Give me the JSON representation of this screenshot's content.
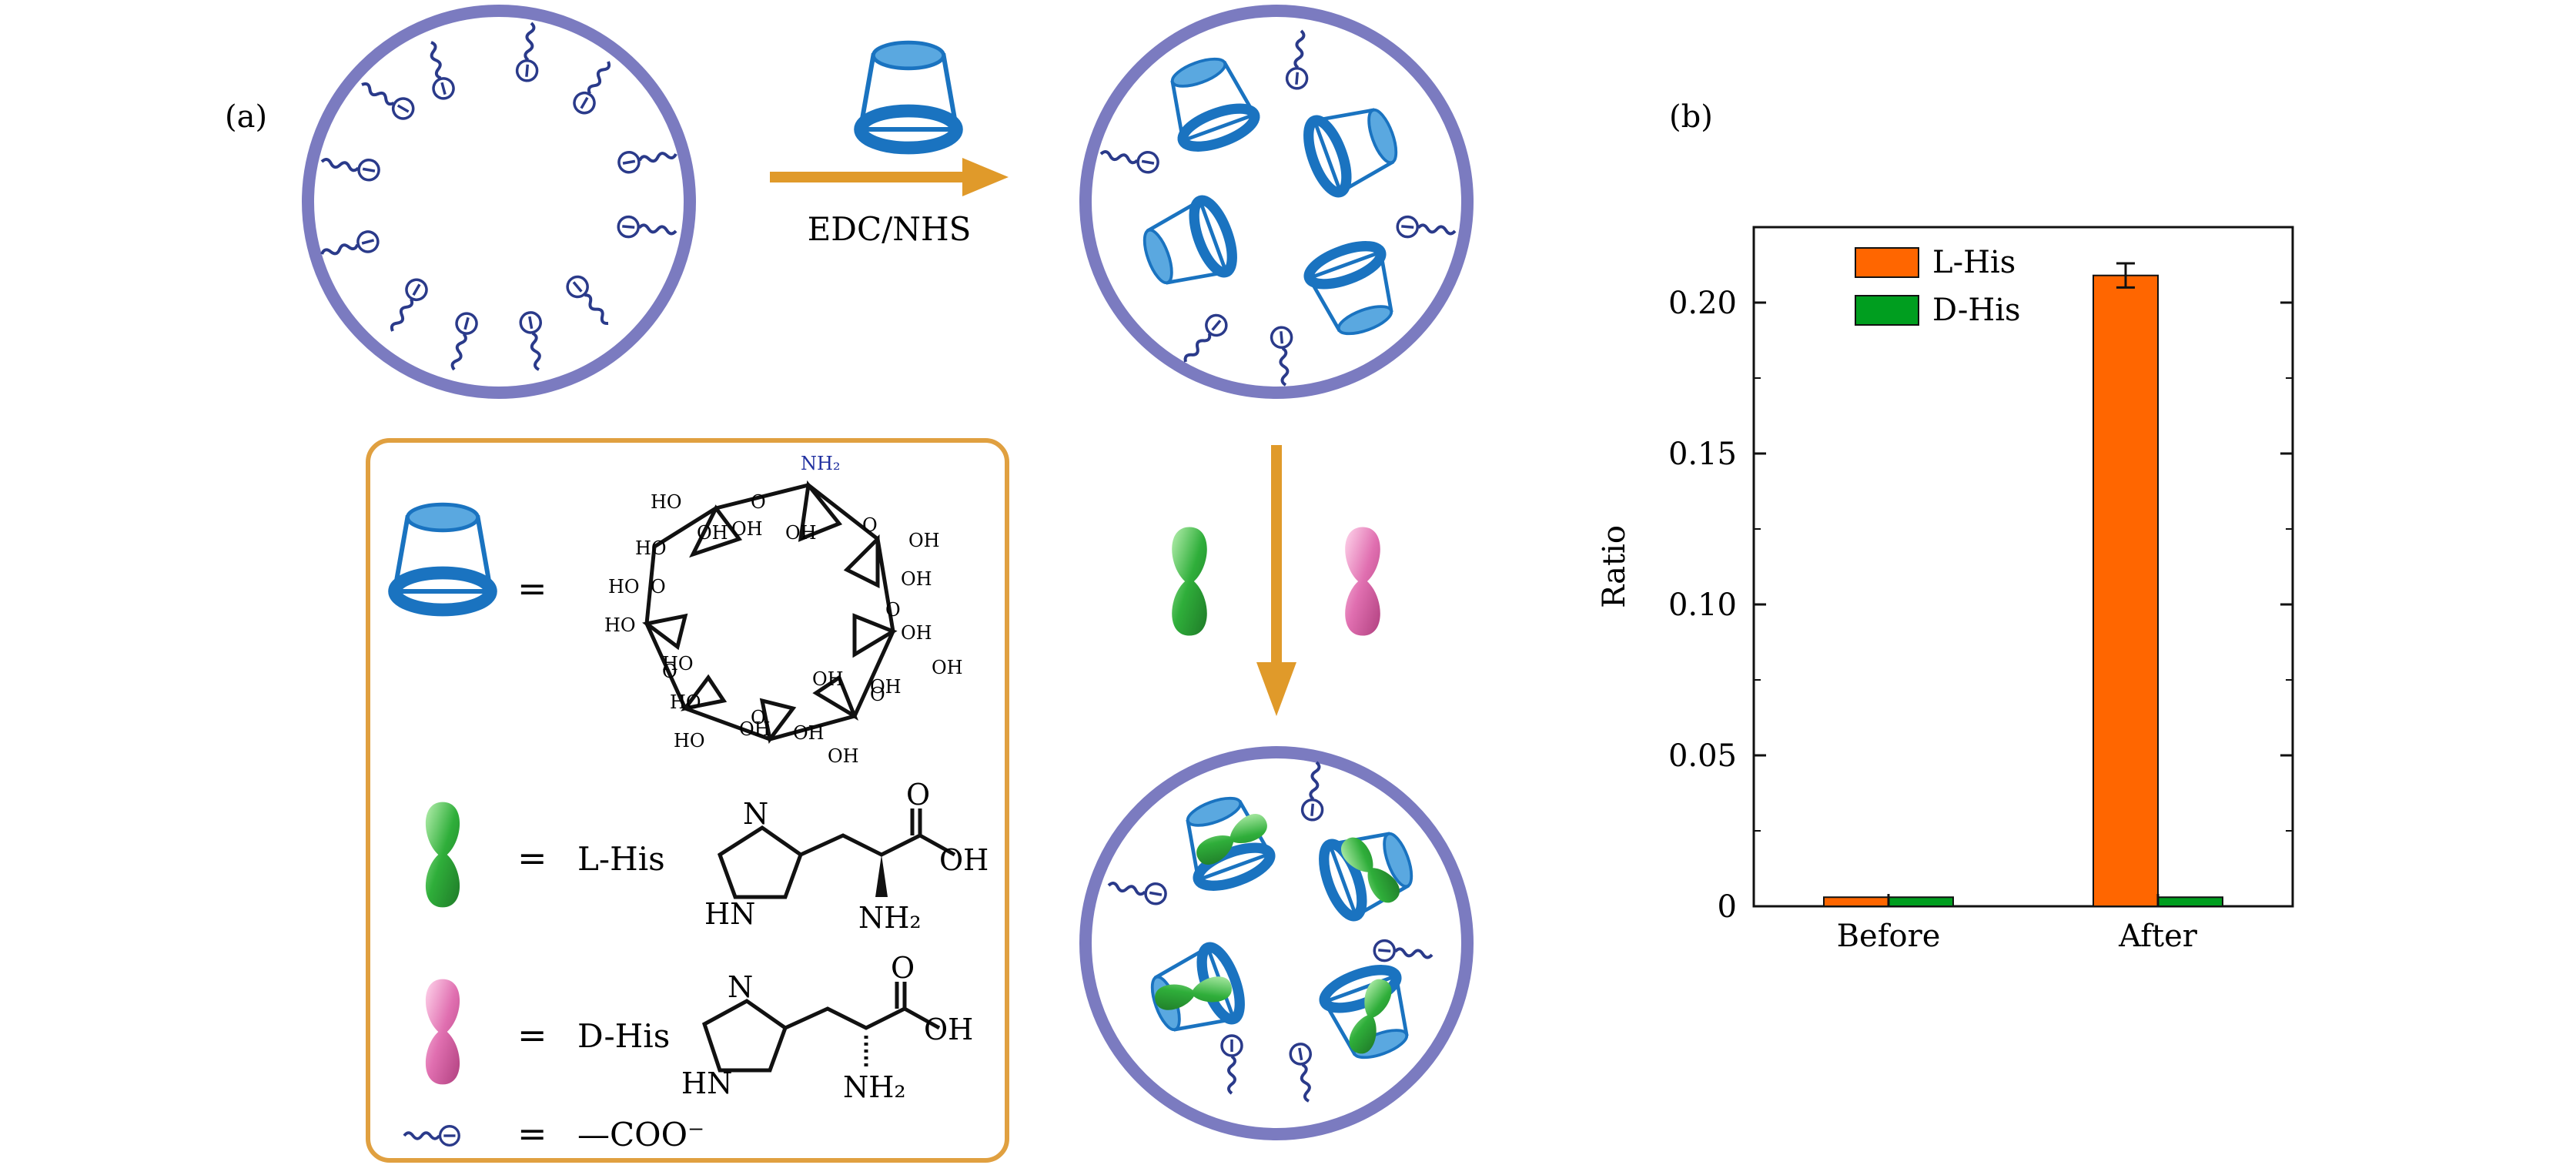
{
  "panel_a": {
    "label": "(a)",
    "reaction_reagent": "EDC/NHS",
    "legend": {
      "equals": "=",
      "cyclodextrin_nh2": "NH₂",
      "hydroxyl": "OH",
      "hydroxyl_left": "HO",
      "ring_o": "O",
      "l_his_label": "L-His",
      "d_his_label": "D-His",
      "imidazole_n": "N",
      "imidazole_hn": "HN",
      "amine": "NH₂",
      "carbonyl_o": "O",
      "acid_oh": "OH",
      "carboxylate": "—COO⁻"
    },
    "colors": {
      "particle": "#7b7bc0",
      "arrow": "#e09a2a",
      "cyclodextrin": "#1a73c0",
      "l_his": "#2a9a35",
      "d_his": "#d060a0",
      "legend_border": "#e0a040",
      "tail": "#2a3a8a"
    }
  },
  "panel_b": {
    "label": "(b)",
    "chart_data": {
      "type": "bar",
      "categories": [
        "Before",
        "After"
      ],
      "series": [
        {
          "name": "L-His",
          "values": [
            0.003,
            0.209
          ],
          "errors": [
            0,
            0.004
          ],
          "color": "#ff6600"
        },
        {
          "name": "D-His",
          "values": [
            0.003,
            0.003
          ],
          "errors": [
            0,
            0
          ],
          "color": "#009e1f"
        }
      ],
      "ylabel": "Ratio",
      "xlabel": "",
      "ylim": [
        0,
        0.225
      ],
      "yticks": [
        0,
        0.05,
        0.1,
        0.15,
        0.2
      ],
      "ytick_labels": [
        "0",
        "0.05",
        "0.10",
        "0.15",
        "0.20"
      ],
      "legend_position": "top-left",
      "grid": false
    }
  }
}
